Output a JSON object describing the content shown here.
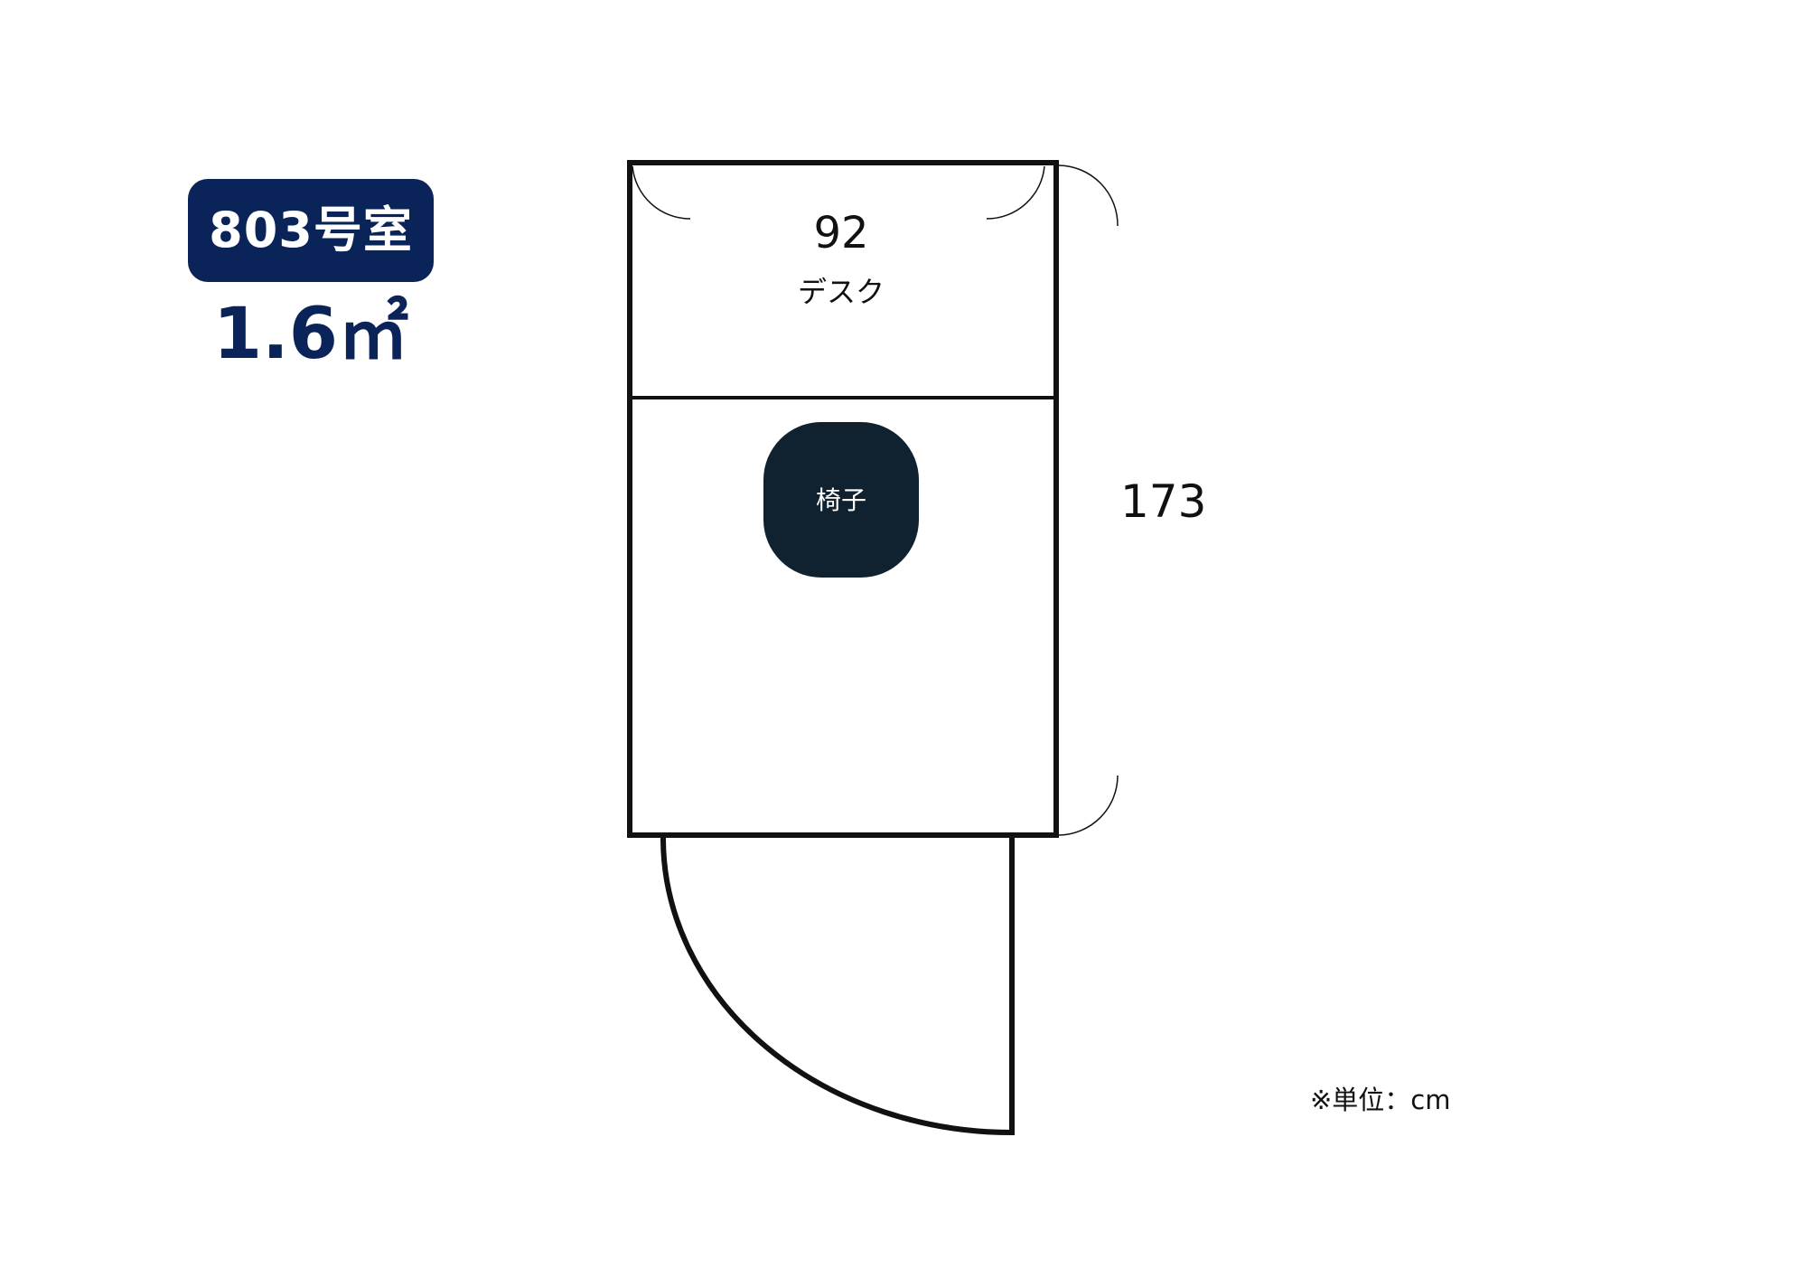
{
  "room": {
    "name": "803号室",
    "area": "1.6㎡"
  },
  "plan": {
    "width_label": "92",
    "height_label": "173",
    "desk_label": "デスク",
    "chair_label": "椅子"
  },
  "note": {
    "unit": "※単位：cm"
  },
  "colors": {
    "badge_background": "#0a2459",
    "area_text": "#0a2459",
    "chair_fill": "#10222f",
    "outline": "#111111"
  }
}
